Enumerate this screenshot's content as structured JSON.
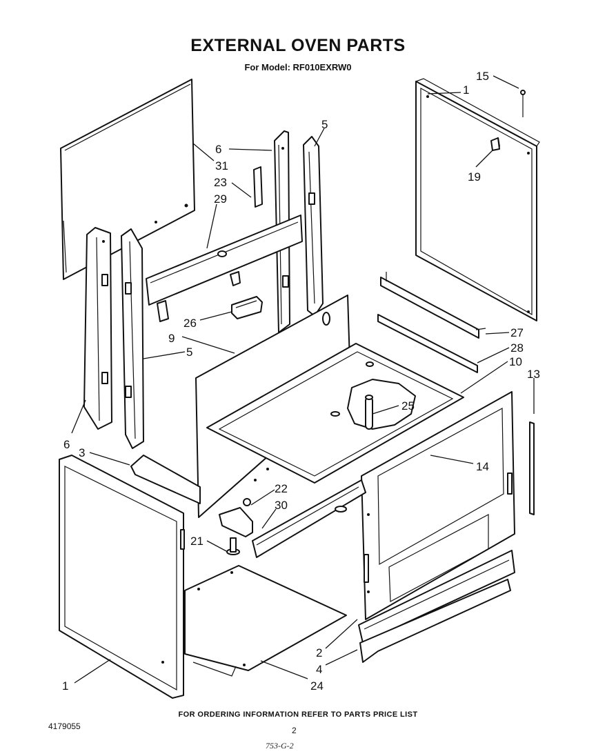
{
  "header": {
    "title": "EXTERNAL OVEN PARTS",
    "subtitle": "For Model: RF010EXRW0"
  },
  "callouts": [
    {
      "id": "c15",
      "label": "15"
    },
    {
      "id": "c1-top",
      "label": "1"
    },
    {
      "id": "c5-top",
      "label": "5"
    },
    {
      "id": "c6-top",
      "label": "6"
    },
    {
      "id": "c31",
      "label": "31"
    },
    {
      "id": "c23",
      "label": "23"
    },
    {
      "id": "c29",
      "label": "29"
    },
    {
      "id": "c19",
      "label": "19"
    },
    {
      "id": "c26",
      "label": "26"
    },
    {
      "id": "c9",
      "label": "9"
    },
    {
      "id": "c5-mid",
      "label": "5"
    },
    {
      "id": "c27",
      "label": "27"
    },
    {
      "id": "c28",
      "label": "28"
    },
    {
      "id": "c10",
      "label": "10"
    },
    {
      "id": "c13",
      "label": "13"
    },
    {
      "id": "c25",
      "label": "25"
    },
    {
      "id": "c6-mid",
      "label": "6"
    },
    {
      "id": "c3",
      "label": "3"
    },
    {
      "id": "c14",
      "label": "14"
    },
    {
      "id": "c22",
      "label": "22"
    },
    {
      "id": "c30",
      "label": "30"
    },
    {
      "id": "c21",
      "label": "21"
    },
    {
      "id": "c2",
      "label": "2"
    },
    {
      "id": "c4",
      "label": "4"
    },
    {
      "id": "c1-bottom",
      "label": "1"
    },
    {
      "id": "c24",
      "label": "24"
    }
  ],
  "footer": {
    "note": "FOR ORDERING INFORMATION REFER TO PARTS PRICE LIST",
    "doc_number": "4179055",
    "page_number": "2",
    "handwritten": "753-G-2"
  }
}
